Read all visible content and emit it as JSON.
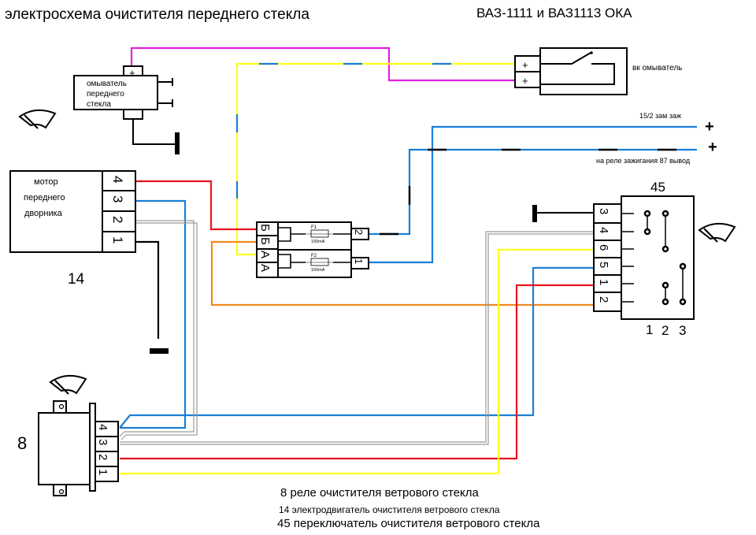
{
  "title": "электросхема очистителя переднего стекла",
  "model": "ВАЗ-1111 и ВАЗ1113  ОКА",
  "colors": {
    "red": "#e8141c",
    "blue": "#1a7fd6",
    "yellow": "#ffff1a",
    "magenta": "#e020e0",
    "orange": "#f08a1c",
    "gray": "#9a9a9a",
    "black": "#000000"
  },
  "washer_pump": {
    "label_lines": [
      "омыватель",
      "переднего",
      "стекла"
    ],
    "terminal": "+"
  },
  "washer_switch": {
    "label": "вк омыватель",
    "terminals": [
      "+",
      "+"
    ]
  },
  "power": {
    "line1_label": "15/2 зам заж",
    "line2_label": "на реле зажигания 87 вывод",
    "plus": "+"
  },
  "motor": {
    "label_lines": [
      "мотор",
      "переднего",
      "дворника"
    ],
    "pins": [
      "4",
      "3",
      "2",
      "1"
    ],
    "number": "14"
  },
  "fuse_block": {
    "left_pins": [
      "Б",
      "Б",
      "А",
      "А"
    ],
    "fuses": [
      {
        "name": "F1",
        "rating": "100mA",
        "out_pin": "2"
      },
      {
        "name": "F2",
        "rating": "100mA",
        "out_pin": "1"
      }
    ]
  },
  "switch45": {
    "number": "45",
    "pins": [
      "3",
      "4",
      "6",
      "5",
      "1",
      "2"
    ],
    "positions": [
      "1",
      "2",
      "3"
    ]
  },
  "relay": {
    "number": "8",
    "pins": [
      "4",
      "3",
      "2",
      "1"
    ]
  },
  "legend": [
    "8 реле очистителя ветрового стекла",
    "14 электродвигатель очистителя ветрового стекла",
    "45 переключатель очистителя ветрового стекла"
  ],
  "wiper_icon": "windshield-wiper-icon",
  "ground_icon": "ground-icon"
}
